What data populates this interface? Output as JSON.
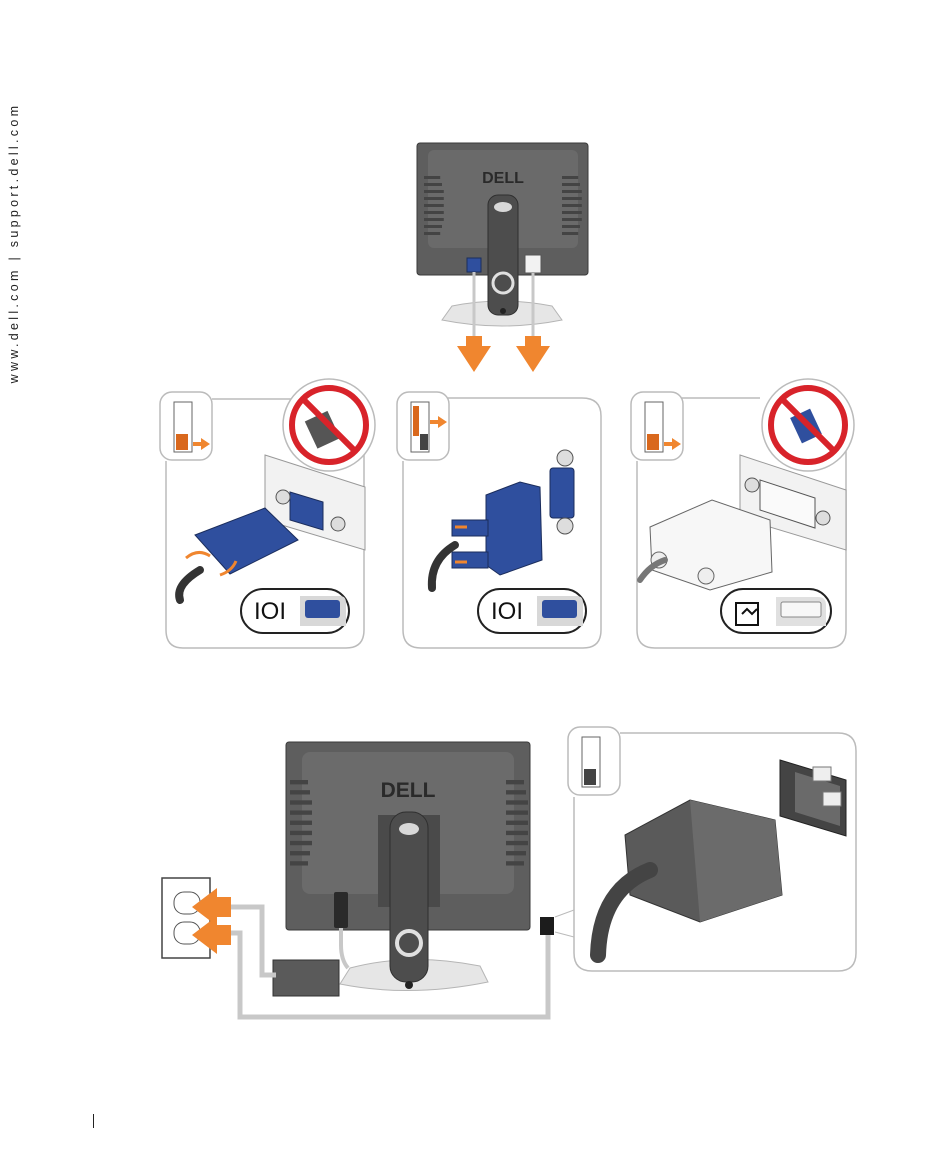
{
  "sidebar": {
    "url_text": "www.dell.com | support.dell.com"
  },
  "monitor_top": {
    "brand": "DELL"
  },
  "monitor_bottom": {
    "brand": "DELL"
  },
  "panels": [
    {
      "port_symbol": "IOI",
      "status": "not-recommended"
    },
    {
      "port_symbol": "IOI",
      "status": "recommended"
    },
    {
      "port_symbol": "digital",
      "status": "not-recommended"
    }
  ],
  "colors": {
    "arrow": "#f0862f",
    "vga_blue": "#2f4f9e",
    "monitor": "#5c5c5c",
    "prohibit": "#d8232a"
  },
  "icons": [
    "prohibited-icon",
    "vga-connector-icon",
    "dvi-connector-icon",
    "power-plug-icon",
    "wall-outlet-icon"
  ]
}
